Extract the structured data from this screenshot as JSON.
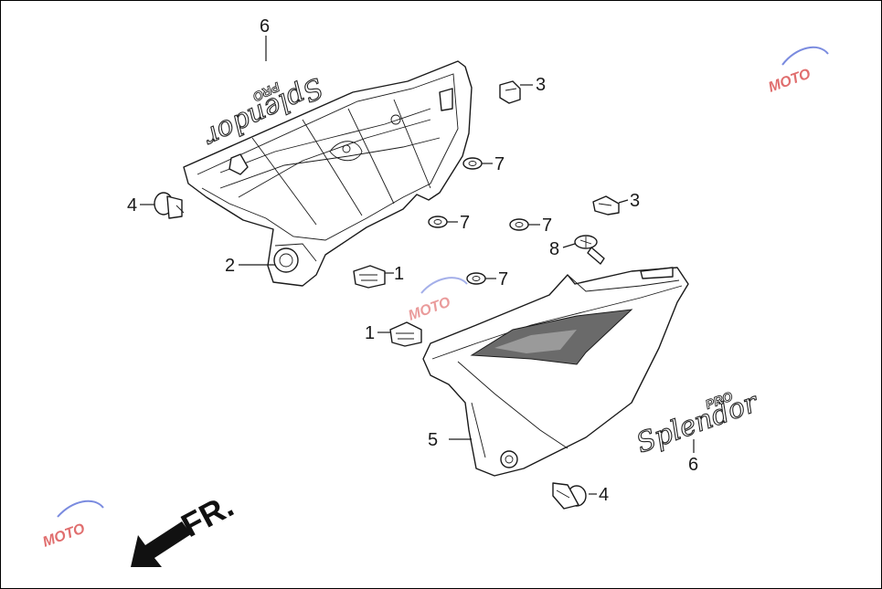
{
  "callouts": [
    "1",
    "2",
    "3",
    "4",
    "5",
    "6",
    "7",
    "8"
  ],
  "emblem": {
    "main": "Splendor",
    "sub": "PRO"
  },
  "direction": {
    "label": "FR."
  },
  "watermark": {
    "text": "MOTO"
  },
  "colors": {
    "line": "#1a1a1a",
    "shade": "#555555",
    "watermark_red": "#d94a4a",
    "watermark_blue": "#5a6fd8"
  }
}
